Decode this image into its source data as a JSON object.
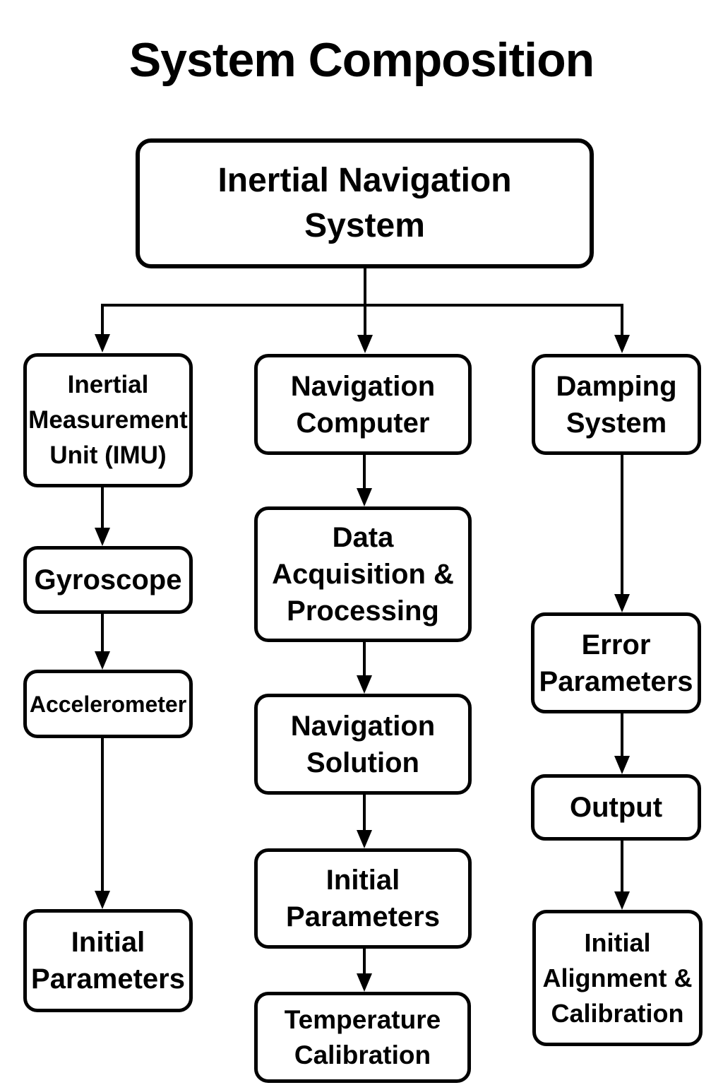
{
  "title": "System Composition",
  "diagram": {
    "root": {
      "label": "Inertial Navigation System"
    },
    "col_imu": {
      "head": {
        "label": "Inertial Measurement Unit (IMU)"
      },
      "gyroscope": {
        "label": "Gyroscope"
      },
      "accelerometer": {
        "label": "Accelerometer"
      },
      "initial_parameters": {
        "label": "Initial Parameters"
      }
    },
    "col_nav": {
      "head": {
        "label": "Navigation Computer"
      },
      "data_acquisition": {
        "label": "Data Acquisition & Processing"
      },
      "navigation_solution": {
        "label": "Navigation Solution"
      },
      "initial_parameters": {
        "label": "Initial Parameters"
      },
      "temperature_calibration": {
        "label": "Temperature Calibration"
      }
    },
    "col_damping": {
      "head": {
        "label": "Damping System"
      },
      "error_parameters": {
        "label": "Error Parameters"
      },
      "output": {
        "label": "Output"
      },
      "initial_alignment": {
        "label": "Initial Alignment & Calibration"
      }
    }
  },
  "colors": {
    "ink": "#000000",
    "background": "#ffffff"
  }
}
